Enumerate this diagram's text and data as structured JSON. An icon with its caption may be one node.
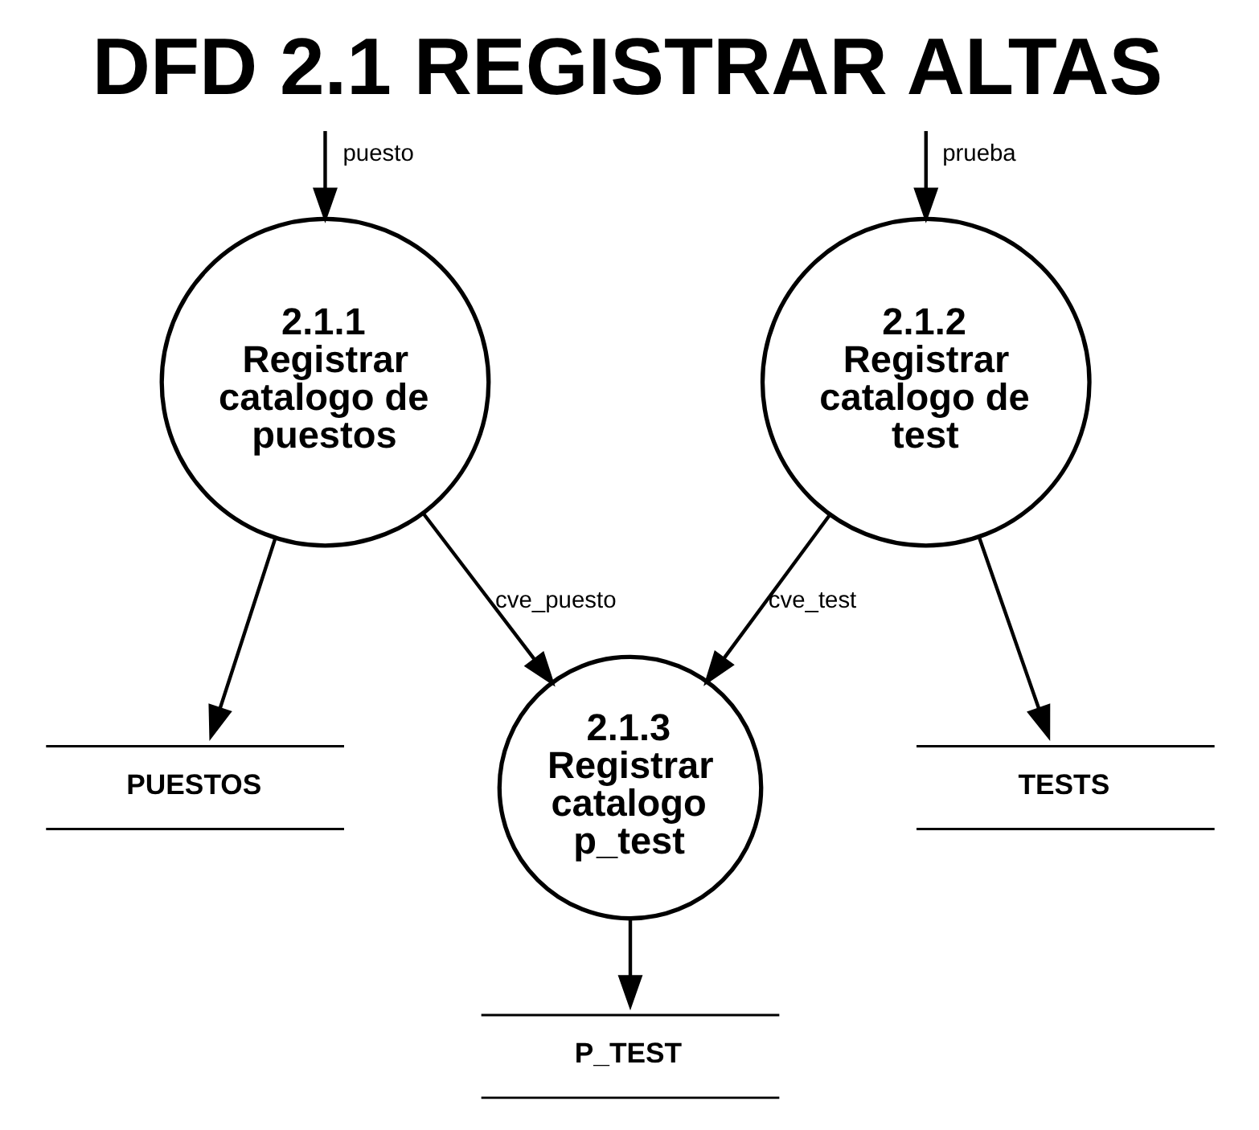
{
  "diagram": {
    "title": "DFD 2.1 REGISTRAR ALTAS",
    "nodes": [
      {
        "text": [
          "2.1.1",
          "Registrar catalogo de puestos"
        ]
      },
      {
        "text": [
          "2.1.2",
          "Registrar catalogo de test"
        ]
      },
      {
        "text": [
          "2.1.3",
          "Registrar catalogo p_test"
        ]
      },
      {
        "text": [
          "PUESTOS"
        ]
      },
      {
        "text": [
          "TESTS"
        ]
      },
      {
        "text": [
          "P_TEST"
        ]
      }
    ],
    "edges": [
      {
        "from": null,
        "to": 0,
        "arrow": "to",
        "label": "puesto"
      },
      {
        "from": null,
        "to": 1,
        "arrow": "to",
        "label": "prueba"
      },
      {
        "from": 0,
        "to": 3,
        "arrow": "to"
      },
      {
        "from": 0,
        "to": 2,
        "arrow": "to",
        "label": "cve_puesto"
      },
      {
        "from": 1,
        "to": 2,
        "arrow": "to",
        "label": "cve_test"
      },
      {
        "from": 1,
        "to": 4,
        "arrow": "to"
      },
      {
        "from": 2,
        "to": 5,
        "arrow": "to"
      }
    ]
  }
}
